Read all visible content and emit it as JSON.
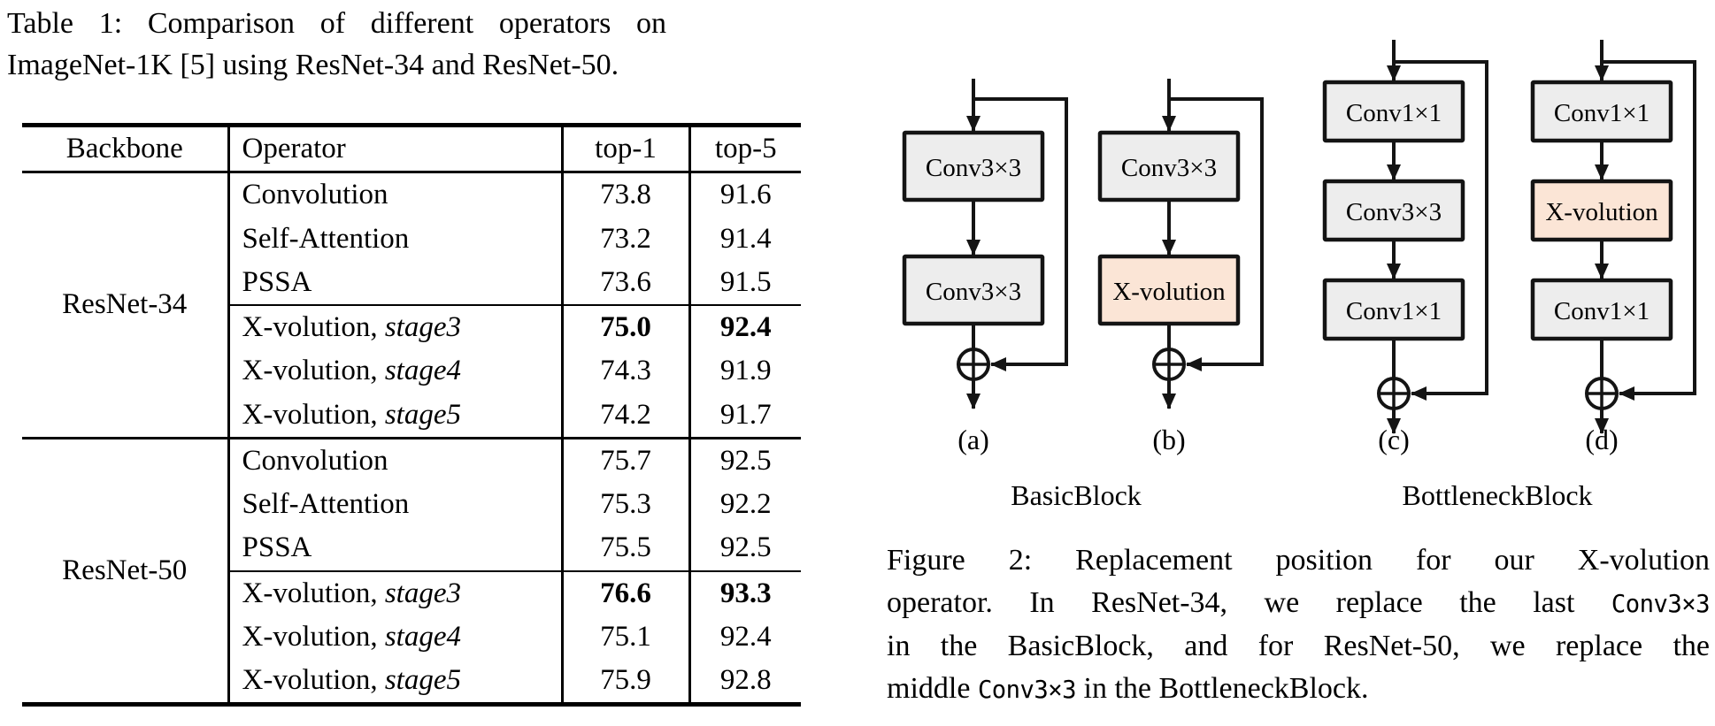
{
  "table": {
    "caption_lines": [
      "Table 1: Comparison of different operators on",
      "ImageNet-1K [5] using ResNet-34 and ResNet-50."
    ],
    "headers": [
      "Backbone",
      "Operator",
      "top-1",
      "top-5"
    ],
    "groups": [
      {
        "backbone": "ResNet-34",
        "rows": [
          {
            "operator": "Convolution",
            "top1": "73.8",
            "top5": "91.6"
          },
          {
            "operator": "Self-Attention",
            "top1": "73.2",
            "top5": "91.4"
          },
          {
            "operator": "PSSA",
            "top1": "73.6",
            "top5": "91.5"
          },
          {
            "operator": "X-volution, ",
            "stage": "stage3",
            "top1": "75.0",
            "top5": "92.4",
            "bold": true,
            "cline": true
          },
          {
            "operator": "X-volution, ",
            "stage": "stage4",
            "top1": "74.3",
            "top5": "91.9"
          },
          {
            "operator": "X-volution, ",
            "stage": "stage5",
            "top1": "74.2",
            "top5": "91.7"
          }
        ]
      },
      {
        "backbone": "ResNet-50",
        "rows": [
          {
            "operator": "Convolution",
            "top1": "75.7",
            "top5": "92.5"
          },
          {
            "operator": "Self-Attention",
            "top1": "75.3",
            "top5": "92.2"
          },
          {
            "operator": "PSSA",
            "top1": "75.5",
            "top5": "92.5"
          },
          {
            "operator": "X-volution, ",
            "stage": "stage3",
            "top1": "76.6",
            "top5": "93.3",
            "bold": true,
            "cline": true
          },
          {
            "operator": "X-volution, ",
            "stage": "stage4",
            "top1": "75.1",
            "top5": "92.4"
          },
          {
            "operator": "X-volution, ",
            "stage": "stage5",
            "top1": "75.9",
            "top5": "92.8"
          }
        ]
      }
    ]
  },
  "figure": {
    "diagrams": [
      {
        "label": "(a)",
        "kind": "basic",
        "boxes": [
          {
            "text": "Conv3×3"
          },
          {
            "text": "Conv3×3"
          }
        ]
      },
      {
        "label": "(b)",
        "kind": "basic",
        "boxes": [
          {
            "text": "Conv3×3"
          },
          {
            "text": "X-volution",
            "highlight": true
          }
        ]
      },
      {
        "label": "(c)",
        "kind": "bottleneck",
        "boxes": [
          {
            "text": "Conv1×1"
          },
          {
            "text": "Conv3×3"
          },
          {
            "text": "Conv1×1"
          }
        ]
      },
      {
        "label": "(d)",
        "kind": "bottleneck",
        "boxes": [
          {
            "text": "Conv1×1"
          },
          {
            "text": "X-volution",
            "highlight": true
          },
          {
            "text": "Conv1×1"
          }
        ]
      }
    ],
    "group_labels": [
      {
        "text": "BasicBlock"
      },
      {
        "text": "BottleneckBlock"
      }
    ],
    "colors": {
      "box_fill": "#ededed",
      "highlight_fill": "#fbe5d6",
      "line": "#141414"
    },
    "caption_lines": [
      [
        {
          "text": "Figure 2: Replacement position for our X-volution"
        }
      ],
      [
        {
          "text": "operator. In ResNet-34, we replace the last "
        },
        {
          "text": "Conv3×3",
          "mono": true
        }
      ],
      [
        {
          "text": "in the BasicBlock, and for ResNet-50, we replace the"
        }
      ],
      [
        {
          "text": "middle "
        },
        {
          "text": "Conv3×3",
          "mono": true
        },
        {
          "text": " in the BottleneckBlock."
        }
      ]
    ]
  }
}
